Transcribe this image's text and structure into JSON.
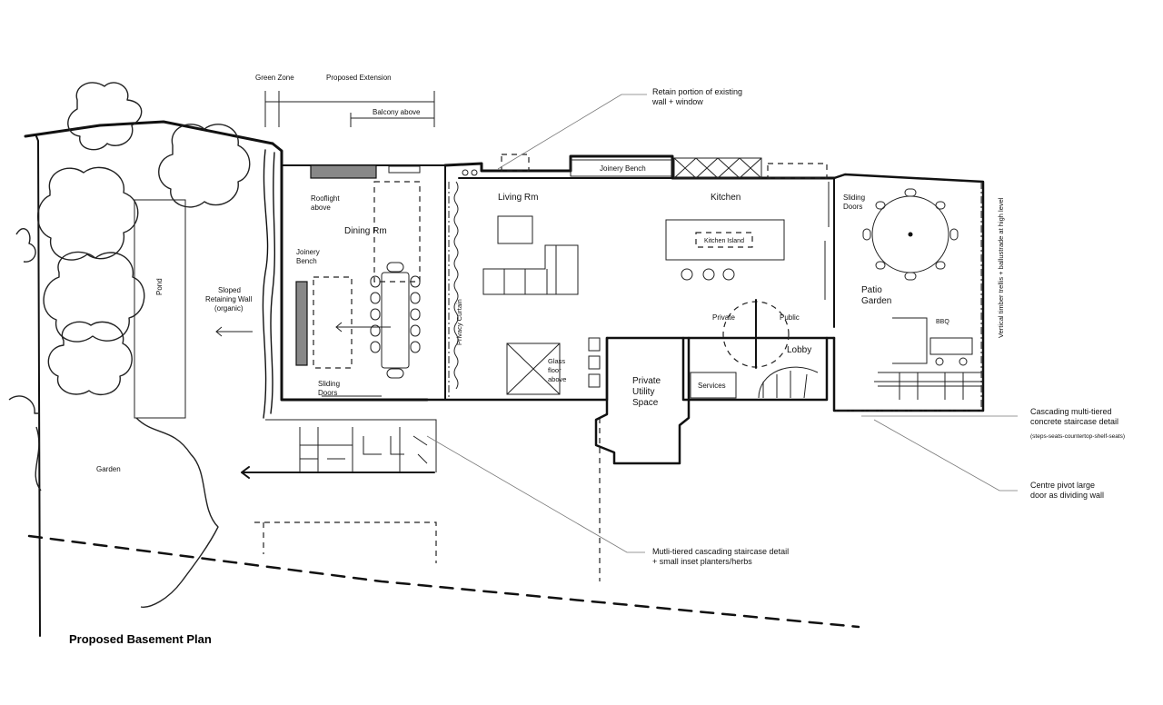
{
  "title": "Proposed Basement Plan",
  "dimension_labels": {
    "green_zone": "Green Zone",
    "proposed_extension": "Proposed Extension",
    "balcony_above": "Balcony above"
  },
  "rooms": {
    "dining": "Dining Rm",
    "living": "Living Rm",
    "kitchen": "Kitchen",
    "kitchen_island": "Kitchen Island",
    "patio_line1": "Patio",
    "patio_line2": "Garden",
    "lobby": "Lobby",
    "utility_line1": "Private",
    "utility_line2": "Utility",
    "utility_line3": "Space",
    "services": "Services",
    "garden": "Garden",
    "pond": "Pond"
  },
  "labels": {
    "rooflight_1": "Rooflight",
    "rooflight_2": "above",
    "joinery_bench_1": "Joinery",
    "joinery_bench_2": "Bench",
    "sliding_doors_1": "Sliding",
    "sliding_doors_2": "Doors",
    "sliding_doors_right_1": "Sliding",
    "sliding_doors_right_2": "Doors",
    "sloped_wall_1": "Sloped",
    "sloped_wall_2": "Retaining Wall",
    "sloped_wall_3": "(organic)",
    "privacy_curtain": "Privacy Curtain",
    "joinery_bench_top": "Joinery Bench",
    "glass_floor_1": "Glass",
    "glass_floor_2": "floor",
    "glass_floor_3": "above",
    "private": "Private",
    "public": "Public",
    "bbq": "BBQ",
    "trellis": "Vertical timber trellis + ballustrade at high level"
  },
  "annotations": {
    "retain_1": "Retain portion of existing",
    "retain_2": "wall + window",
    "cascading_1": "Cascading multi-tiered",
    "cascading_2": "concrete staircase detail",
    "cascading_3": "(steps-seats-countertop-shelf-seats)",
    "pivot_1": "Centre pivot large",
    "pivot_2": "door as dividing wall",
    "mutli_1": "Mutli-tiered cascading staircase detail",
    "mutli_2": "+ small inset planters/herbs"
  },
  "colors": {
    "ink": "#111111",
    "fill_grey": "#888888",
    "background": "#ffffff"
  }
}
